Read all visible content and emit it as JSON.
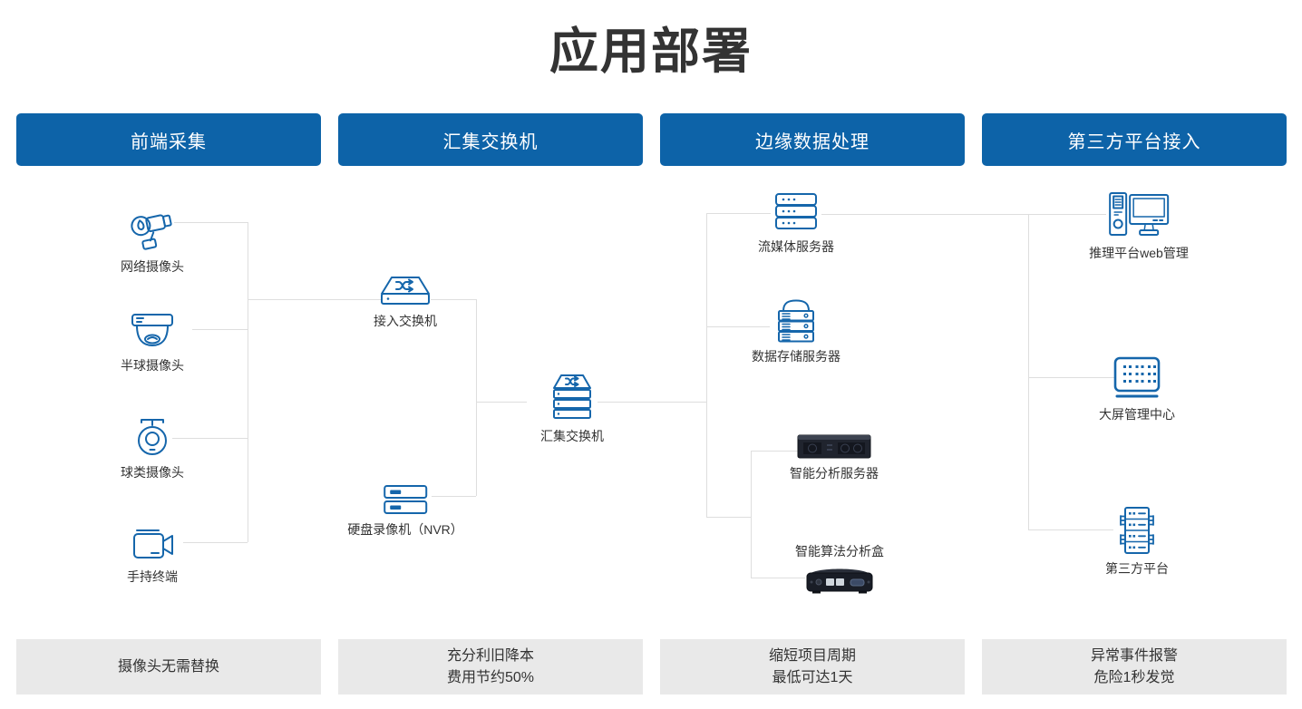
{
  "title": "应用部署",
  "columns": [
    {
      "header": "前端采集",
      "footer_lines": [
        "摄像头无需替换"
      ]
    },
    {
      "header": "汇集交换机",
      "footer_lines": [
        "充分利旧降本",
        "费用节约50%"
      ]
    },
    {
      "header": "边缘数据处理",
      "footer_lines": [
        "缩短项目周期",
        "最低可达1天"
      ]
    },
    {
      "header": "第三方平台接入",
      "footer_lines": [
        "异常事件报警",
        "危险1秒发觉"
      ]
    }
  ],
  "nodes": {
    "network_camera": {
      "label": "网络摄像头"
    },
    "dome_camera": {
      "label": "半球摄像头"
    },
    "ptz_camera": {
      "label": "球类摄像头"
    },
    "handheld_terminal": {
      "label": "手持终端"
    },
    "access_switch": {
      "label": "接入交换机"
    },
    "aggregation_switch": {
      "label": "汇集交换机"
    },
    "nvr": {
      "label": "硬盘录像机（NVR）"
    },
    "streaming_server": {
      "label": "流媒体服务器"
    },
    "storage_server": {
      "label": "数据存储服务器"
    },
    "analysis_server": {
      "label": "智能分析服务器"
    },
    "analysis_box": {
      "label": "智能算法分析盒"
    },
    "web_management": {
      "label": "推理平台web管理"
    },
    "big_screen": {
      "label": "大屏管理中心"
    },
    "third_party": {
      "label": "第三方平台"
    }
  },
  "colors": {
    "accent": "#0d63a8",
    "icon_stroke": "#1566ab",
    "connector": "#dedede",
    "footer_bg": "#e9e9e9",
    "text": "#333333"
  }
}
